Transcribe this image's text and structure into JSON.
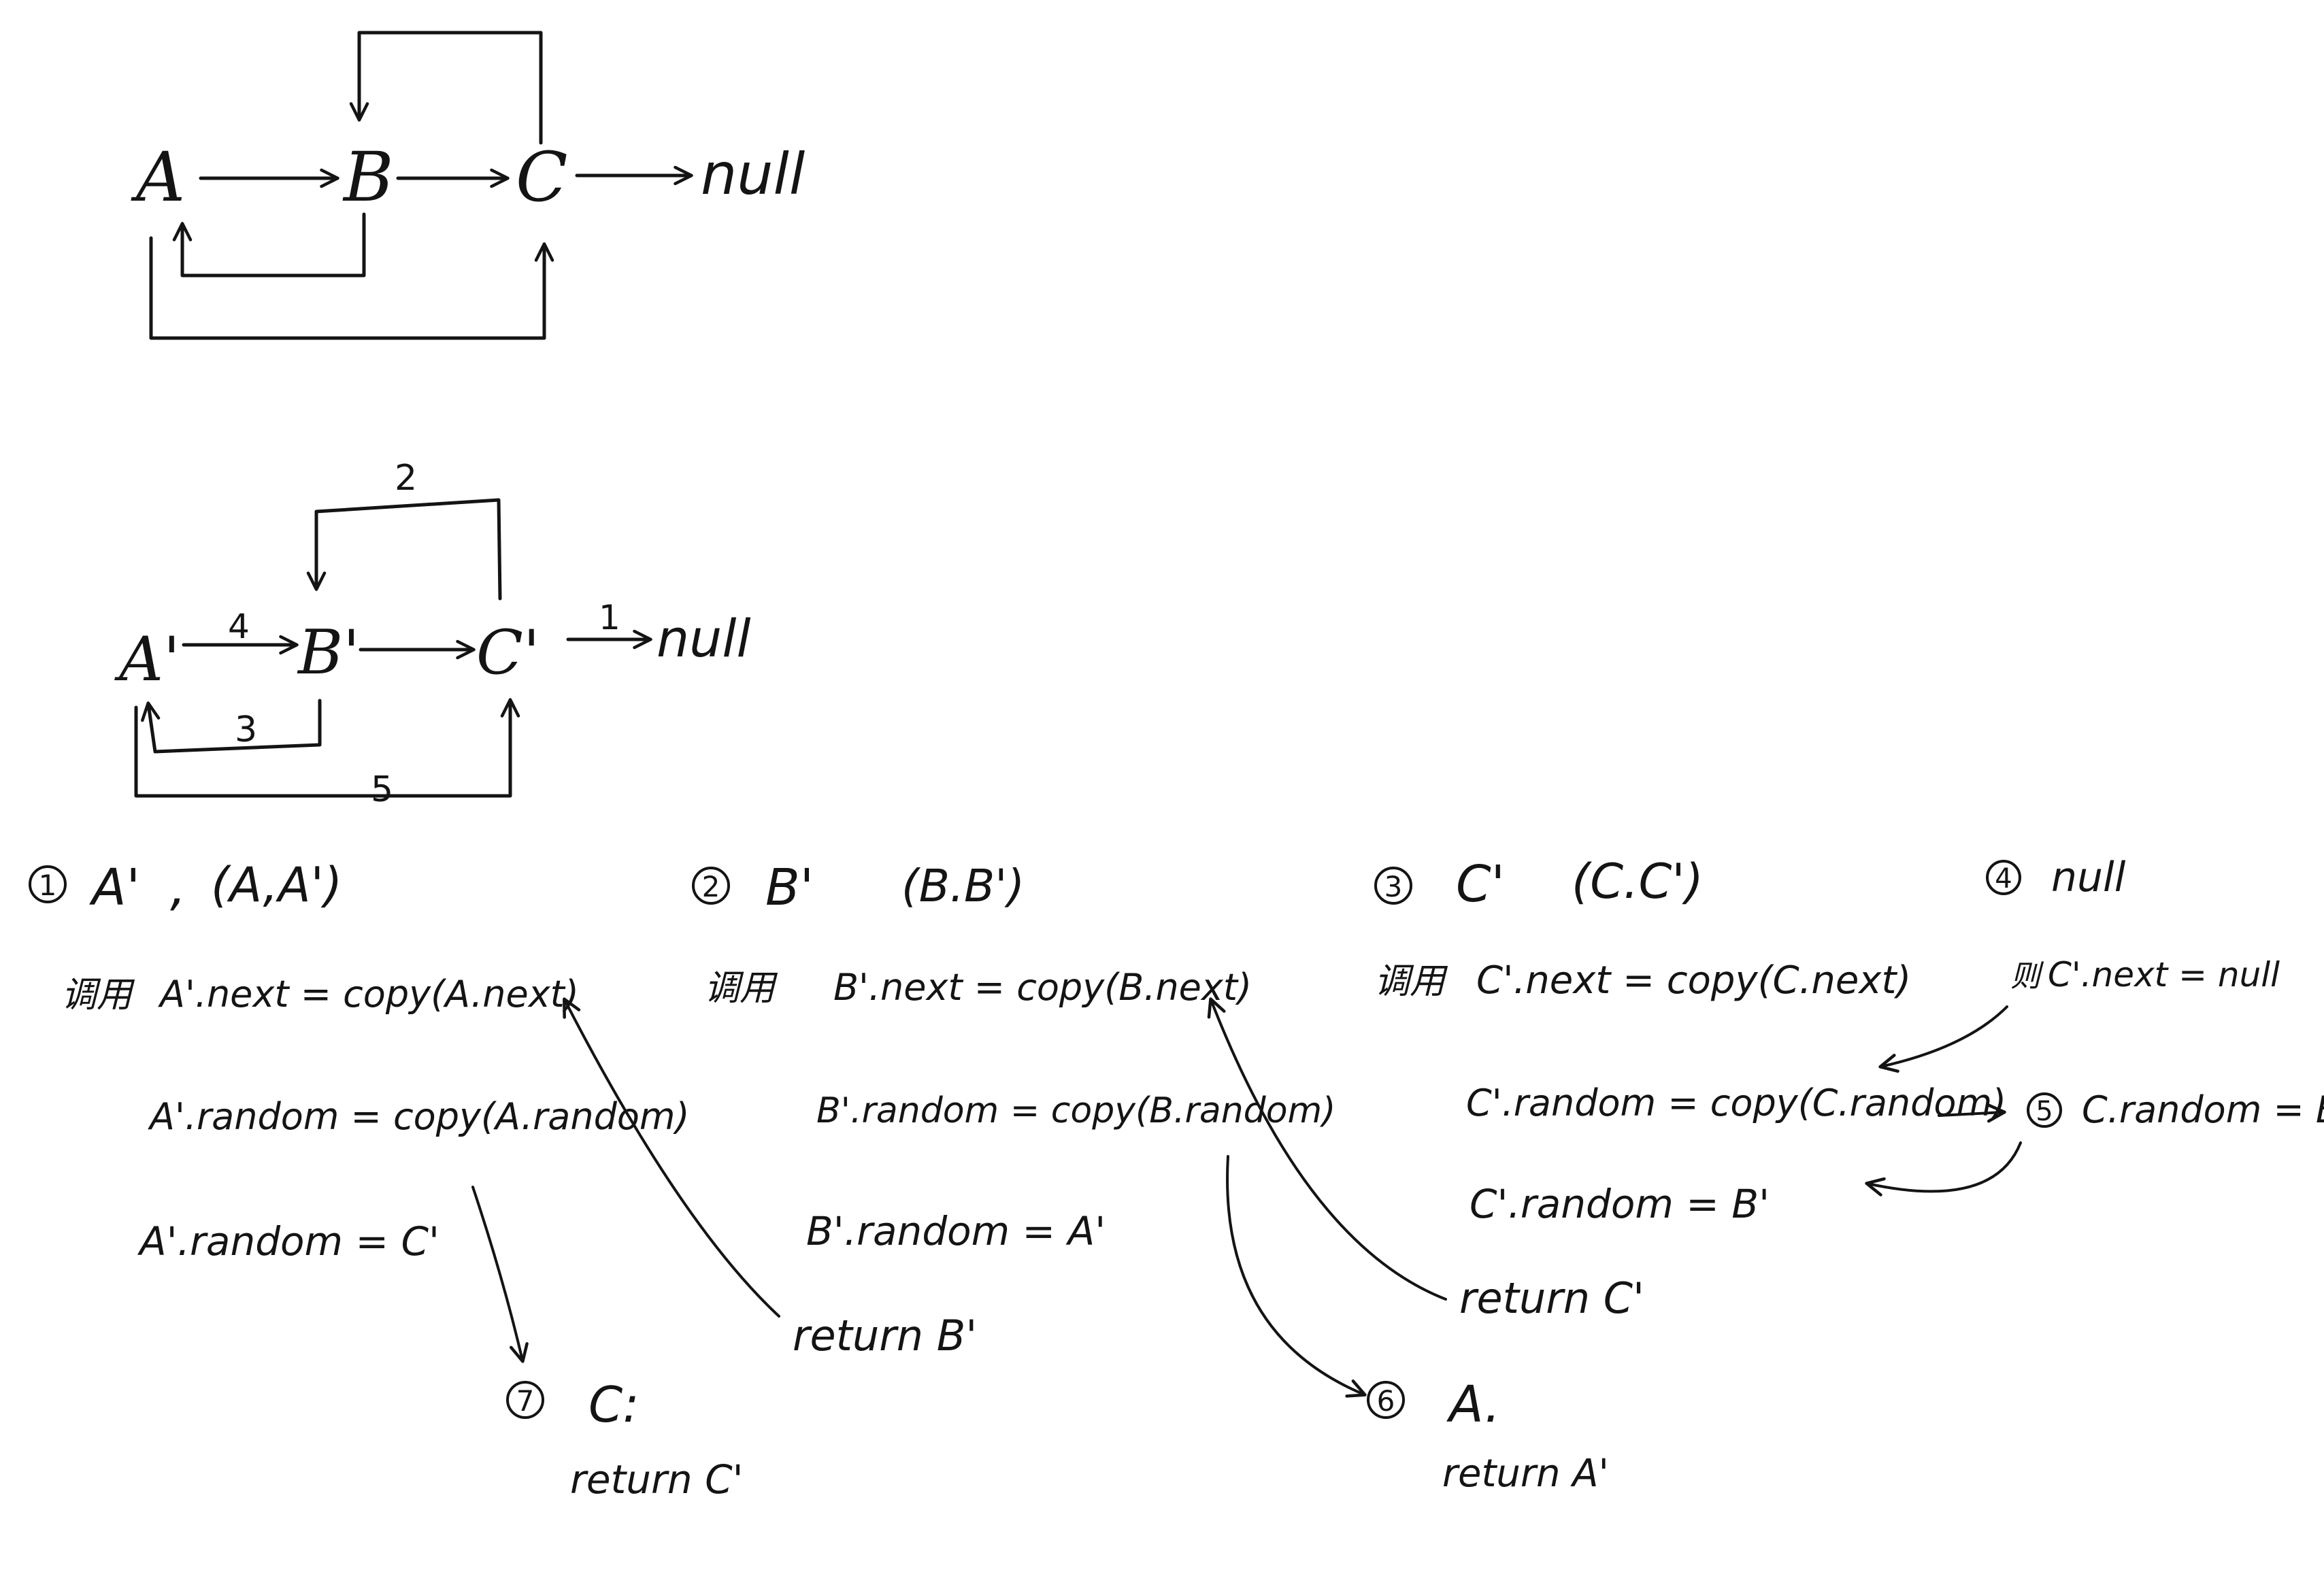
{
  "diagram1": {
    "nodes": [
      "A",
      "B",
      "C"
    ],
    "null_label": "null"
  },
  "diagram2": {
    "nodes": [
      "A'",
      "B'",
      "C'"
    ],
    "null_label": "null",
    "edge_labels": {
      "null_edge": "1",
      "c_to_b": "2",
      "b_to_a": "3",
      "a_to_b": "4",
      "a_to_c": "5"
    }
  },
  "steps": {
    "s1": {
      "num": "1",
      "title": "A'",
      "comma": ",",
      "pair": "(A,A')",
      "call_prefix": "调用",
      "line1": "A'.next = copy(A.next)",
      "line2": "A'.random = copy(A.random)",
      "line3": "A'.random = C'"
    },
    "s2": {
      "num": "2",
      "title": "B'",
      "pair": "(B.B')",
      "call_prefix": "调用",
      "line1": "B'.next = copy(B.next)",
      "line2": "B'.random = copy(B.random)",
      "line3": "B'.random = A'"
    },
    "s3": {
      "num": "3",
      "title": "C'",
      "pair": "(C.C')",
      "call_prefix": "调用",
      "line1": "C'.next = copy(C.next)",
      "line2": "C'.random = copy(C.random)",
      "line3": "C'.random = B'"
    },
    "s4": {
      "num": "4",
      "title": "null",
      "call_prefix": "则",
      "line1": "C'.next = null"
    },
    "s5": {
      "num": "5",
      "text": "C.random = B"
    },
    "s6": {
      "num": "6",
      "title": "A.",
      "ret": "return A'"
    },
    "s7": {
      "num": "7",
      "title": "C:",
      "ret": "return C'"
    },
    "return_b": "return B'",
    "return_c": "return C'"
  }
}
